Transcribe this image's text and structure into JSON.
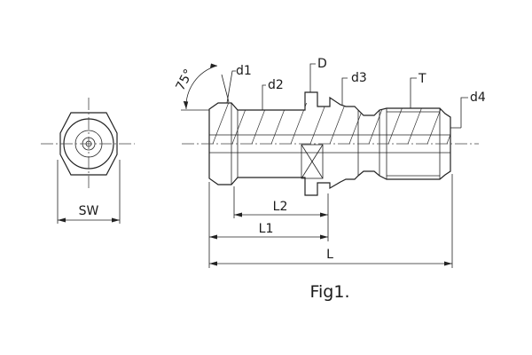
{
  "labels": {
    "angle": "75°",
    "d1": "d1",
    "d2": "d2",
    "d": "D",
    "d3": "d3",
    "t": "T",
    "d4": "d4",
    "sw": "SW",
    "l2": "L2",
    "l1": "L1",
    "l": "L"
  },
  "caption": "Fig1."
}
